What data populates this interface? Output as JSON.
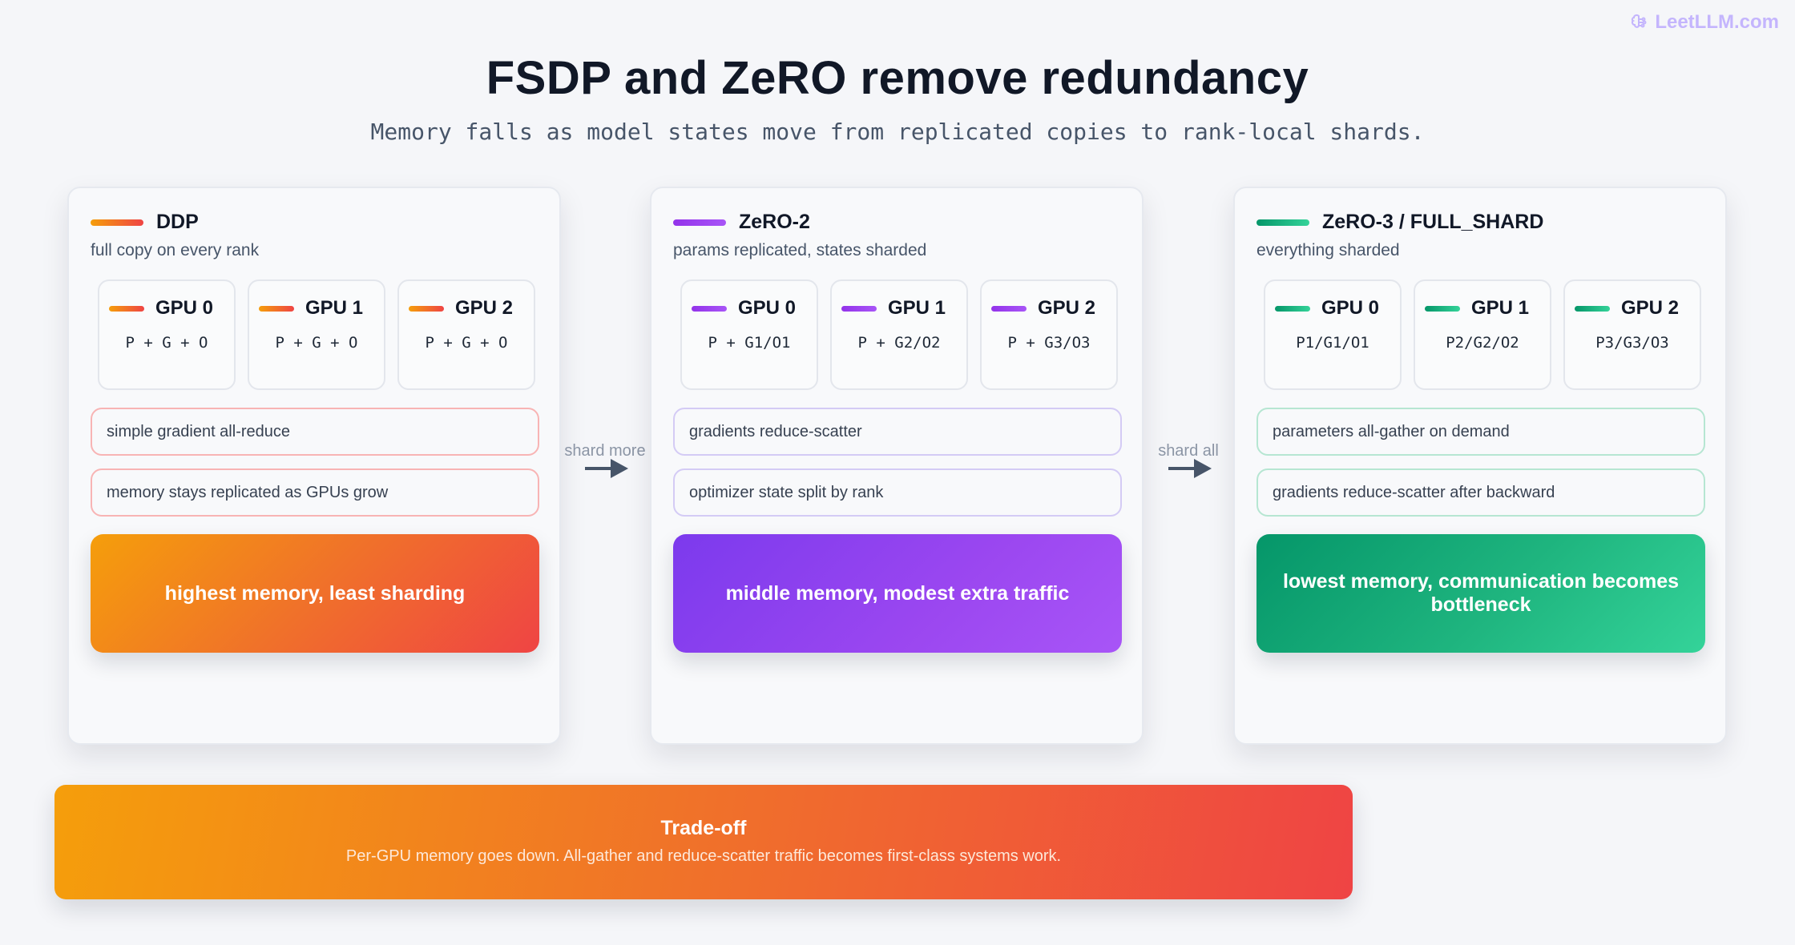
{
  "brand": {
    "label": "LeetLLM.com",
    "icon": "brain-icon"
  },
  "title": "FSDP and ZeRO remove redundancy",
  "subtitle": "Memory falls as model states move from replicated copies to rank-local shards.",
  "panels": [
    {
      "title": "DDP",
      "description": "full copy on every rank",
      "accent": "#f0712a",
      "gpus": [
        {
          "label": "GPU 0",
          "state": "P + G + O"
        },
        {
          "label": "GPU 1",
          "state": "P + G + O"
        },
        {
          "label": "GPU 2",
          "state": "P + G + O"
        }
      ],
      "notes": [
        "simple gradient all-reduce",
        "memory stays replicated as GPUs grow"
      ],
      "summary": "highest memory, least sharding"
    },
    {
      "title": "ZeRO-2",
      "description": "params replicated, states sharded",
      "accent": "#9333ea",
      "gpus": [
        {
          "label": "GPU 0",
          "state": "P + G1/O1"
        },
        {
          "label": "GPU 1",
          "state": "P + G2/O2"
        },
        {
          "label": "GPU 2",
          "state": "P + G3/O3"
        }
      ],
      "notes": [
        "gradients reduce-scatter",
        "optimizer state split by rank"
      ],
      "summary": "middle memory, modest extra traffic"
    },
    {
      "title": "ZeRO-3 / FULL_SHARD",
      "description": "everything sharded",
      "accent": "#10b981",
      "gpus": [
        {
          "label": "GPU 0",
          "state": "P1/G1/O1"
        },
        {
          "label": "GPU 1",
          "state": "P2/G2/O2"
        },
        {
          "label": "GPU 2",
          "state": "P3/G3/O3"
        }
      ],
      "notes": [
        "parameters all-gather on demand",
        "gradients reduce-scatter after backward"
      ],
      "summary": "lowest memory, communication becomes bottleneck"
    }
  ],
  "arrows": [
    "shard more",
    "shard all"
  ],
  "tradeoff": {
    "title": "Trade-off",
    "text": "Per-GPU memory goes down. All-gather and reduce-scatter traffic becomes first-class systems work."
  }
}
